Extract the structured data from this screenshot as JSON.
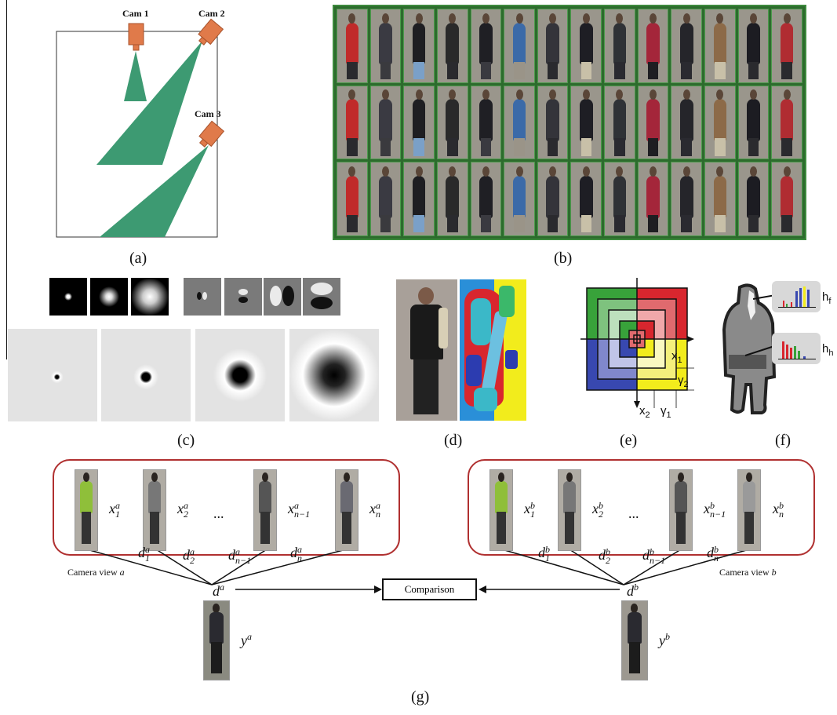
{
  "panel_a": {
    "caption": "(a)",
    "cameras": [
      "Cam 1",
      "Cam 2",
      "Cam 3"
    ],
    "colors": {
      "camera": "#e07a4a",
      "field_of_view": "#3d9a72"
    }
  },
  "panel_b": {
    "caption": "(b)",
    "clothing_colors": [
      "#c02a2a",
      "#3a3a42",
      "#1e1e22",
      "#2a2a2a",
      "#1f1f24",
      "#3b6aa8",
      "#34343a",
      "#1e1e24",
      "#2f3236",
      "#a4263a",
      "#25252a",
      "#8c6a48",
      "#1c1c22",
      "#b02c32"
    ]
  },
  "panel_c": {
    "caption": "(c)"
  },
  "panel_d": {
    "caption": "(d)"
  },
  "panel_e": {
    "caption": "(e)",
    "axis_x1": "x",
    "axis_x1_sub": "1",
    "axis_x2": "x",
    "axis_x2_sub": "2",
    "gamma1": "γ",
    "gamma1_sub": "1",
    "gamma2": "γ",
    "gamma2_sub": "2",
    "colors": {
      "green": "#38a23a",
      "red": "#d8262e",
      "blue": "#3848b0",
      "yellow": "#f2ec1c"
    }
  },
  "panel_f": {
    "caption": "(f)",
    "hist_top_label": "h",
    "hist_top_sub": "f",
    "hist_bottom_label": "h",
    "hist_bottom_sub": "h"
  },
  "panel_g": {
    "caption": "(g)",
    "camera_view_a": "Camera view a",
    "camera_view_a_prefix": "Camera view ",
    "camera_view_a_var": "a",
    "camera_view_b_prefix": "Camera view ",
    "camera_view_b_var": "b",
    "comparison": "Comparison",
    "ellipsis": "...",
    "view_a": {
      "gallery": [
        {
          "base": "x",
          "sub": "1",
          "sup": "a"
        },
        {
          "base": "x",
          "sub": "2",
          "sup": "a"
        },
        {
          "base": "x",
          "sub": "n−1",
          "sup": "a"
        },
        {
          "base": "x",
          "sub": "n",
          "sup": "a"
        }
      ],
      "distances": [
        {
          "base": "d",
          "sub": "1",
          "sup": "a"
        },
        {
          "base": "d",
          "sub": "2",
          "sup": "a"
        },
        {
          "base": "d",
          "sub": "n−1",
          "sup": "a"
        },
        {
          "base": "d",
          "sub": "n",
          "sup": "a"
        }
      ],
      "aggregate": {
        "base": "d",
        "sup": "a"
      },
      "probe": {
        "base": "y",
        "sup": "a"
      }
    },
    "view_b": {
      "gallery": [
        {
          "base": "x",
          "sub": "1",
          "sup": "b"
        },
        {
          "base": "x",
          "sub": "2",
          "sup": "b"
        },
        {
          "base": "x",
          "sub": "n−1",
          "sup": "b"
        },
        {
          "base": "x",
          "sub": "n",
          "sup": "b"
        }
      ],
      "distances": [
        {
          "base": "d",
          "sub": "1",
          "sup": "b"
        },
        {
          "base": "d",
          "sub": "2",
          "sup": "b"
        },
        {
          "base": "d",
          "sub": "n−1",
          "sup": "b"
        },
        {
          "base": "d",
          "sub": "n",
          "sup": "b"
        }
      ],
      "aggregate": {
        "base": "d",
        "sup": "b"
      },
      "probe": {
        "base": "y",
        "sup": "b"
      }
    },
    "box_color": "#b03030"
  }
}
